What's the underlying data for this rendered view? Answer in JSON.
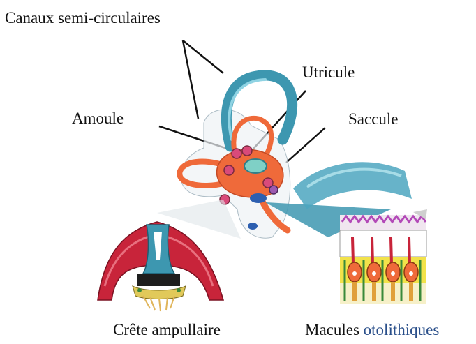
{
  "labels": {
    "canals": "Canaux semi-circulaires",
    "utricle": "Utricule",
    "ampulla": "Amoule",
    "saccule": "Saccule",
    "crest": "Crête ampullaire",
    "macula_word": "Macules",
    "macula_word2": "otolithiques"
  },
  "colors": {
    "canal_blue": "#3d97b0",
    "canal_orange": "#ef6a3a",
    "crest_red": "#c8243a",
    "macula_yellow": "#f2e24a",
    "otolith_purple": "#b34ab8",
    "label_blue": "#2a4f8a"
  }
}
